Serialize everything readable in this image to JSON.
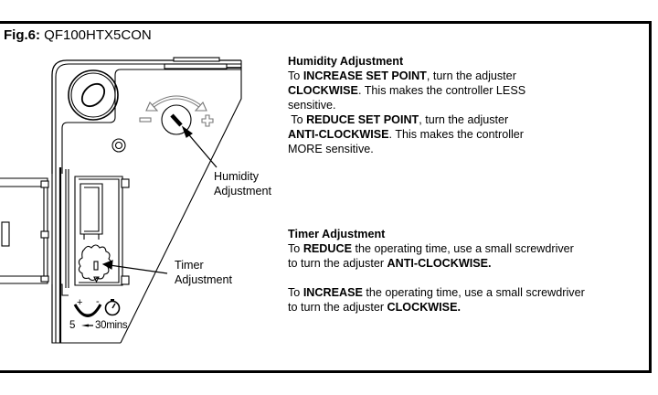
{
  "figure": {
    "label": "Fig.6:",
    "model": "QF100HTX5CON"
  },
  "diagram": {
    "callouts": {
      "humidity_line1": "Humidity",
      "humidity_line2": "Adjustment",
      "timer_line1": "Timer",
      "timer_line2": "Adjustment"
    },
    "dial_minus": "−",
    "dial_plus": "+",
    "timer_plus": "+",
    "timer_minus": "-",
    "timer_range": "5 ─ 30mins",
    "timer_range_start": "5",
    "timer_range_end": "30mins"
  },
  "humidity": {
    "heading": "Humidity Adjustment",
    "p1": {
      "a": "To ",
      "b1": "INCREASE SET POINT",
      "c": ", turn the adjuster",
      "b2": "CLOCKWISE",
      "d": ". This makes the controller LESS",
      "e": "sensitive."
    },
    "p2": {
      "a": " To ",
      "b1": "REDUCE SET POINT",
      "c": ", turn the adjuster",
      "b2": "ANTI-CLOCKWISE",
      "d": ". This makes the controller",
      "e": "MORE sensitive."
    }
  },
  "timer": {
    "heading": "Timer Adjustment",
    "p1": {
      "a": "To ",
      "b1": "REDUCE",
      "c": " the operating time, use a small screwdriver",
      "d": "to turn the adjuster ",
      "b2": "ANTI-CLOCKWISE."
    },
    "p2": {
      "a": "To ",
      "b1": "INCREASE",
      "c": " the operating time, use a small screwdriver",
      "d": "to turn the adjuster ",
      "b2": "CLOCKWISE."
    }
  }
}
